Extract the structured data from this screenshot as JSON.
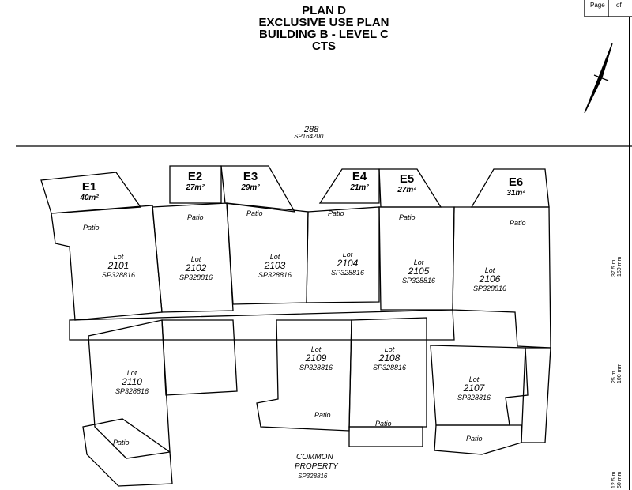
{
  "header": {
    "lines": [
      "PLAN D",
      "EXCLUSIVE USE PLAN",
      "BUILDING B - LEVEL C",
      "CTS"
    ]
  },
  "page_box": {
    "page": "Page",
    "of": "of"
  },
  "boundary": {
    "lot": "288",
    "plan": "SP164200"
  },
  "exclusive_areas": [
    {
      "code": "E1",
      "area": "40m²"
    },
    {
      "code": "E2",
      "area": "27m²"
    },
    {
      "code": "E3",
      "area": "29m²"
    },
    {
      "code": "E4",
      "area": "21m²"
    },
    {
      "code": "E5",
      "area": "27m²"
    },
    {
      "code": "E6",
      "area": "31m²"
    }
  ],
  "lots": [
    {
      "label": "Lot",
      "number": "2101",
      "plan": "SP328816"
    },
    {
      "label": "Lot",
      "number": "2102",
      "plan": "SP328816"
    },
    {
      "label": "Lot",
      "number": "2103",
      "plan": "SP328816"
    },
    {
      "label": "Lot",
      "number": "2104",
      "plan": "SP328816"
    },
    {
      "label": "Lot",
      "number": "2105",
      "plan": "SP328816"
    },
    {
      "label": "Lot",
      "number": "2106",
      "plan": "SP328816"
    },
    {
      "label": "Lot",
      "number": "2107",
      "plan": "SP328816"
    },
    {
      "label": "Lot",
      "number": "2108",
      "plan": "SP328816"
    },
    {
      "label": "Lot",
      "number": "2109",
      "plan": "SP328816"
    },
    {
      "label": "Lot",
      "number": "2110",
      "plan": "SP328816"
    }
  ],
  "patio_label": "Patio",
  "common": {
    "line1": "COMMON",
    "line2": "PROPERTY",
    "plan": "SP328816"
  },
  "scale": [
    {
      "m": "37.5 m",
      "mm": "150 mm"
    },
    {
      "m": "25 m",
      "mm": "100 mm"
    },
    {
      "m": "12.5 m",
      "mm": "50 mm"
    }
  ]
}
